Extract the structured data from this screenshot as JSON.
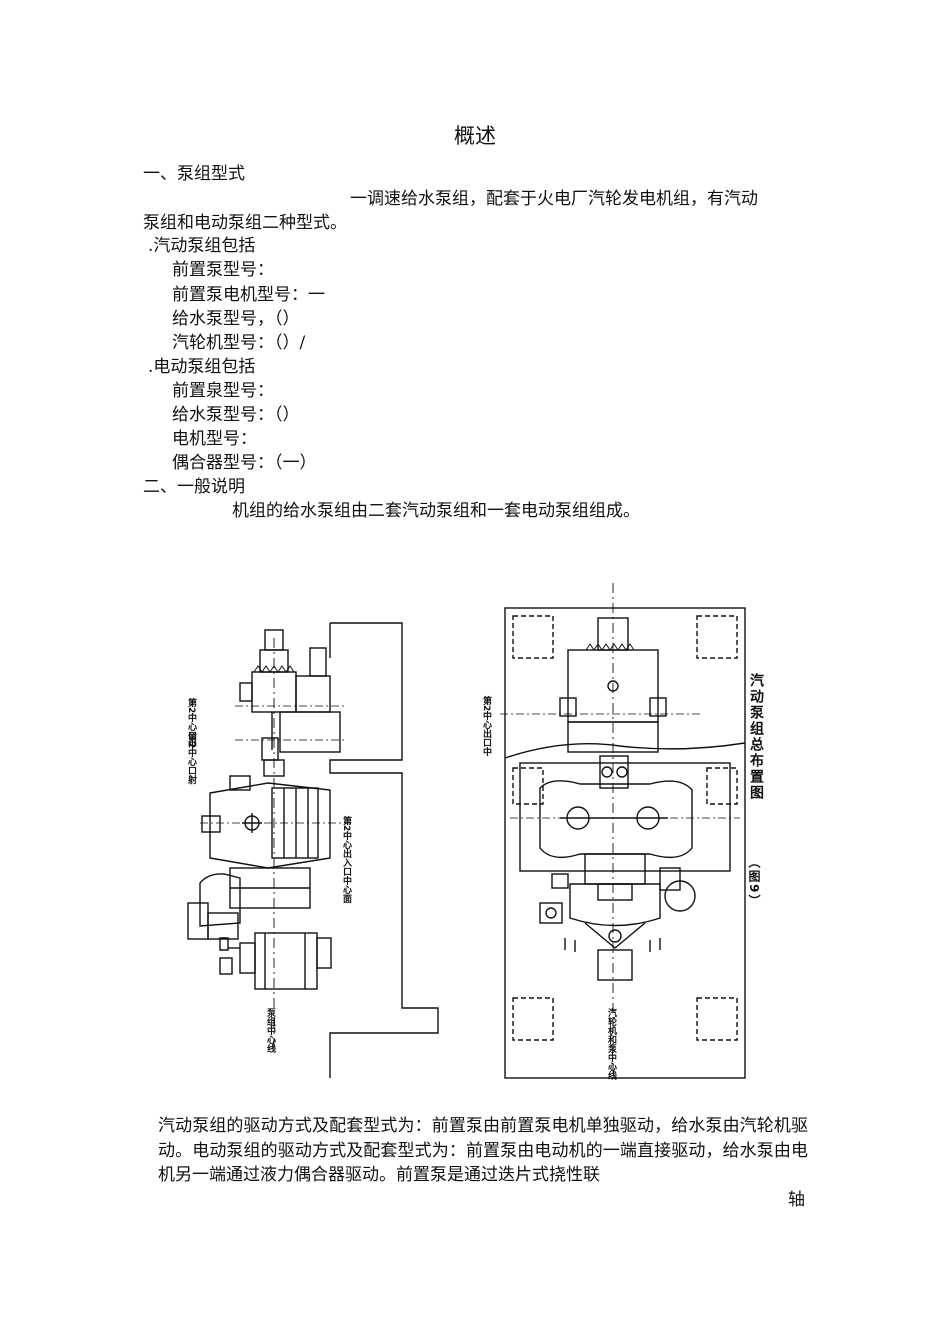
{
  "doc": {
    "title": "概述",
    "sec1_heading": "一、泵组型式",
    "intro_line1": "一调速给水泵组，配套于火电厂汽轮发电机组，有汽动",
    "intro_line2": "泵组和电动泵组二种型式。",
    "steam_heading": ".汽动泵组包括",
    "steam_items": [
      "前置泵型号：",
      "前置泵电机型号：一",
      "给水泵型号，（）",
      "汽轮机型号：（）/"
    ],
    "motor_heading": ".电动泵组包括",
    "motor_items": [
      "前置泉型号：",
      "给水泵型号：（）",
      "电机型号：",
      "偶合器型号：（一）"
    ],
    "sec2_heading": "二、一般说明",
    "sec2_line": "机组的给水泵组由二套汽动泵组和一套电动泵组组成。",
    "body_para": "汽动泵组的驱动方式及配套型式为：前置泵由前置泵电机单独驱动，给水泵由汽轮机驱动。电动泵组的驱动方式及配套型式为：前置泵由电动机的一端直接驱动，给水泵由电机另一端通过液力偶合器驱动。前置泵是通过迭片式挠性联",
    "body_last": "轴"
  },
  "figure": {
    "caption": "汽动泵组总布置图",
    "fig_number": "（图9）",
    "labels": {
      "left_1": "第2中心口中",
      "left_2": "第2中心口射",
      "left_3": "第2中心出入口中心面",
      "left_4": "泵组中心线",
      "right_1": "第2中心出口中",
      "right_2": "汽轮机和泵中心线"
    }
  }
}
